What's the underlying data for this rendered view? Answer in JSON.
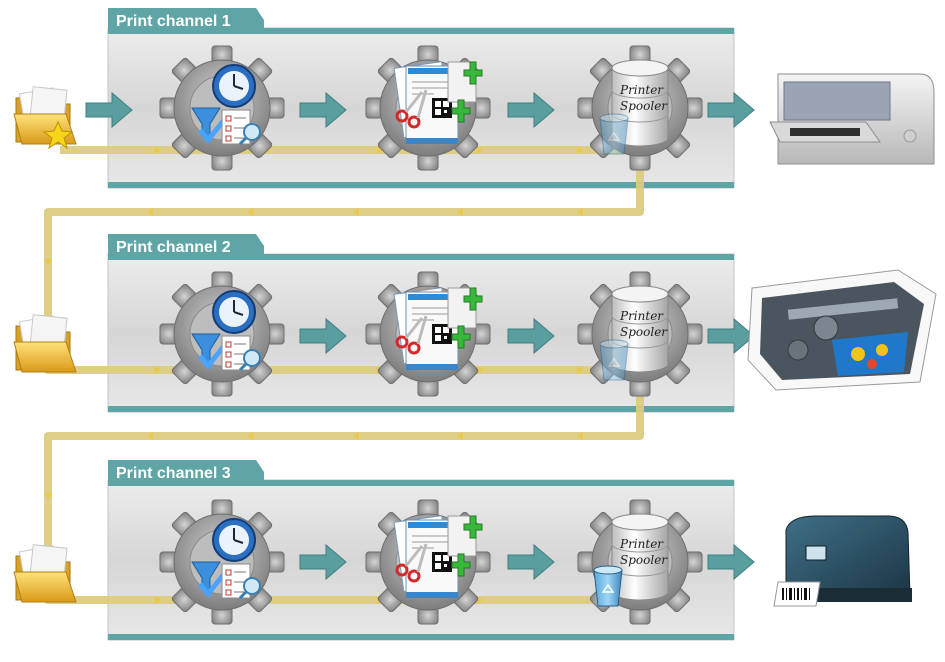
{
  "channels": [
    {
      "label": "Print channel 1",
      "spooler_line1": "Printer",
      "spooler_line2": "Spooler",
      "output_device": "desktop-printer"
    },
    {
      "label": "Print channel 2",
      "spooler_line1": "Printer",
      "spooler_line2": "Spooler",
      "output_device": "offset-press"
    },
    {
      "label": "Print channel 3",
      "spooler_line1": "Printer",
      "spooler_line2": "Spooler",
      "output_device": "label-printer"
    }
  ],
  "stages": [
    "scheduler-filter-icon",
    "document-edit-icon",
    "printer-spooler-icon"
  ],
  "colors": {
    "channel_header": "#5fa5a5",
    "panel_fill": "#e3e3e3",
    "flow_arrow": "#5b9ea0",
    "failover_path": "#dccb80",
    "gear": "#9a9a9a",
    "folder": "#f2c64a"
  }
}
